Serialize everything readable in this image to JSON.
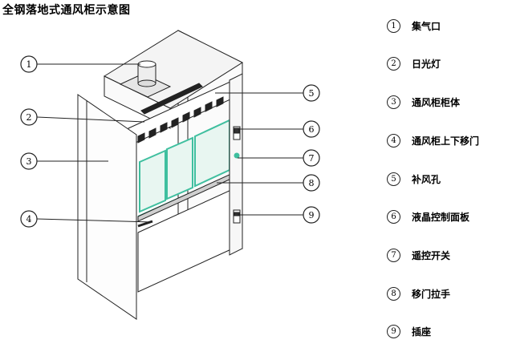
{
  "title": "全钢落地式通风柜示意图",
  "callout_numbers": [
    "1",
    "2",
    "3",
    "4",
    "5",
    "6",
    "7",
    "8",
    "9"
  ],
  "legend": [
    {
      "num": "1",
      "label": "集气口"
    },
    {
      "num": "2",
      "label": "日光灯"
    },
    {
      "num": "3",
      "label": "通风柜柜体"
    },
    {
      "num": "4",
      "label": "通风柜上下移门"
    },
    {
      "num": "5",
      "label": "补风孔"
    },
    {
      "num": "6",
      "label": "液晶控制面板"
    },
    {
      "num": "7",
      "label": "遥控开关"
    },
    {
      "num": "8",
      "label": "移门拉手"
    },
    {
      "num": "9",
      "label": "插座"
    }
  ],
  "colors": {
    "line": "#222222",
    "glass": "#3fbf9f",
    "glass_fill": "#e8f6f1"
  }
}
